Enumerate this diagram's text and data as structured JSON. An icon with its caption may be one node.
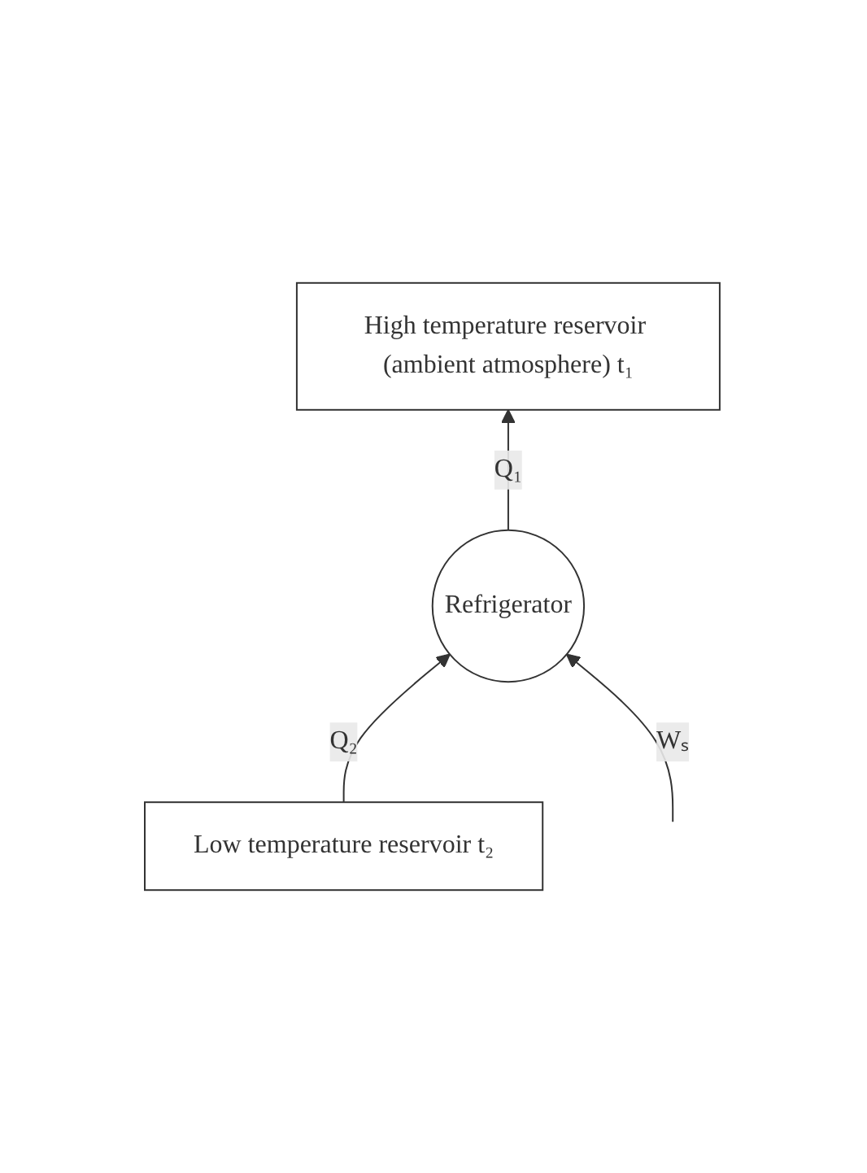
{
  "diagram": {
    "nodes": [
      {
        "text": [
          "High temperature reservoir (ambient atmosphere) t₁"
        ]
      },
      {
        "text": [
          "Refrigerator"
        ]
      },
      {
        "text": [
          "Low temperature reservoir t₂"
        ]
      }
    ],
    "edges": [
      {
        "from": 1,
        "to": 0,
        "arrow": "to",
        "label": "Q₁"
      },
      {
        "from": 2,
        "to": 1,
        "arrow": "to",
        "label": "Q₂"
      },
      {
        "from": null,
        "to": 1,
        "arrow": "to",
        "label": "Wₛ"
      }
    ]
  }
}
